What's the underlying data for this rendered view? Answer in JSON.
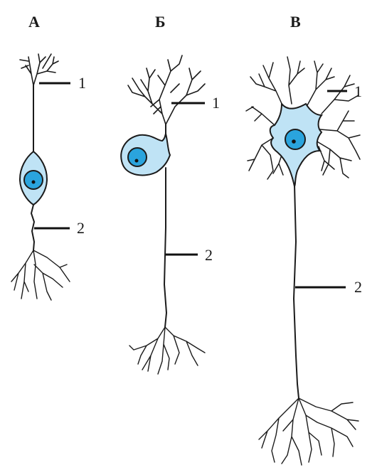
{
  "colors": {
    "cytoplasm": "#bfe3f5",
    "nucleus": "#2aa4dd",
    "line": "#1b1b1b"
  },
  "panels": [
    {
      "letter": "А",
      "callouts": [
        {
          "label": "1"
        },
        {
          "label": "2"
        }
      ]
    },
    {
      "letter": "Б",
      "callouts": [
        {
          "label": "1"
        },
        {
          "label": "2"
        }
      ]
    },
    {
      "letter": "В",
      "callouts": [
        {
          "label": "1"
        },
        {
          "label": "2"
        }
      ]
    }
  ]
}
